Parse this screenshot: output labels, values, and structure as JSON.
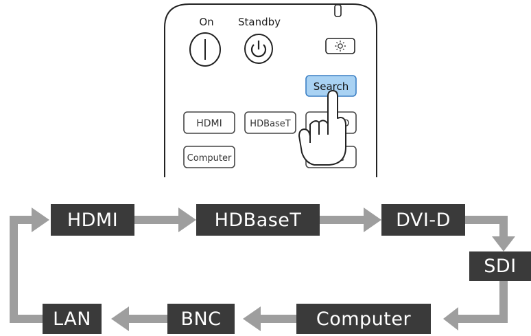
{
  "remote": {
    "on_label": "On",
    "standby_label": "Standby",
    "buttons": {
      "search": "Search",
      "hdmi": "HDMI",
      "hdbaset": "HDBaseT",
      "computer": "Computer",
      "dvi_partial": "D",
      "partial2": "C"
    },
    "icons": {
      "power_on": "power-on-icon",
      "standby": "standby-power-icon",
      "brightness": "sun-icon",
      "pointing_hand": "pointing-hand-icon"
    },
    "colors": {
      "search_highlight": "#a9d2f3",
      "search_border": "#3b7fc4"
    }
  },
  "flow": {
    "sources": [
      "HDMI",
      "HDBaseT",
      "DVI-D",
      "SDI",
      "Computer",
      "BNC",
      "LAN"
    ],
    "colors": {
      "box": "#3a3a3a",
      "arrow": "#9e9e9e",
      "text": "#ffffff"
    }
  }
}
